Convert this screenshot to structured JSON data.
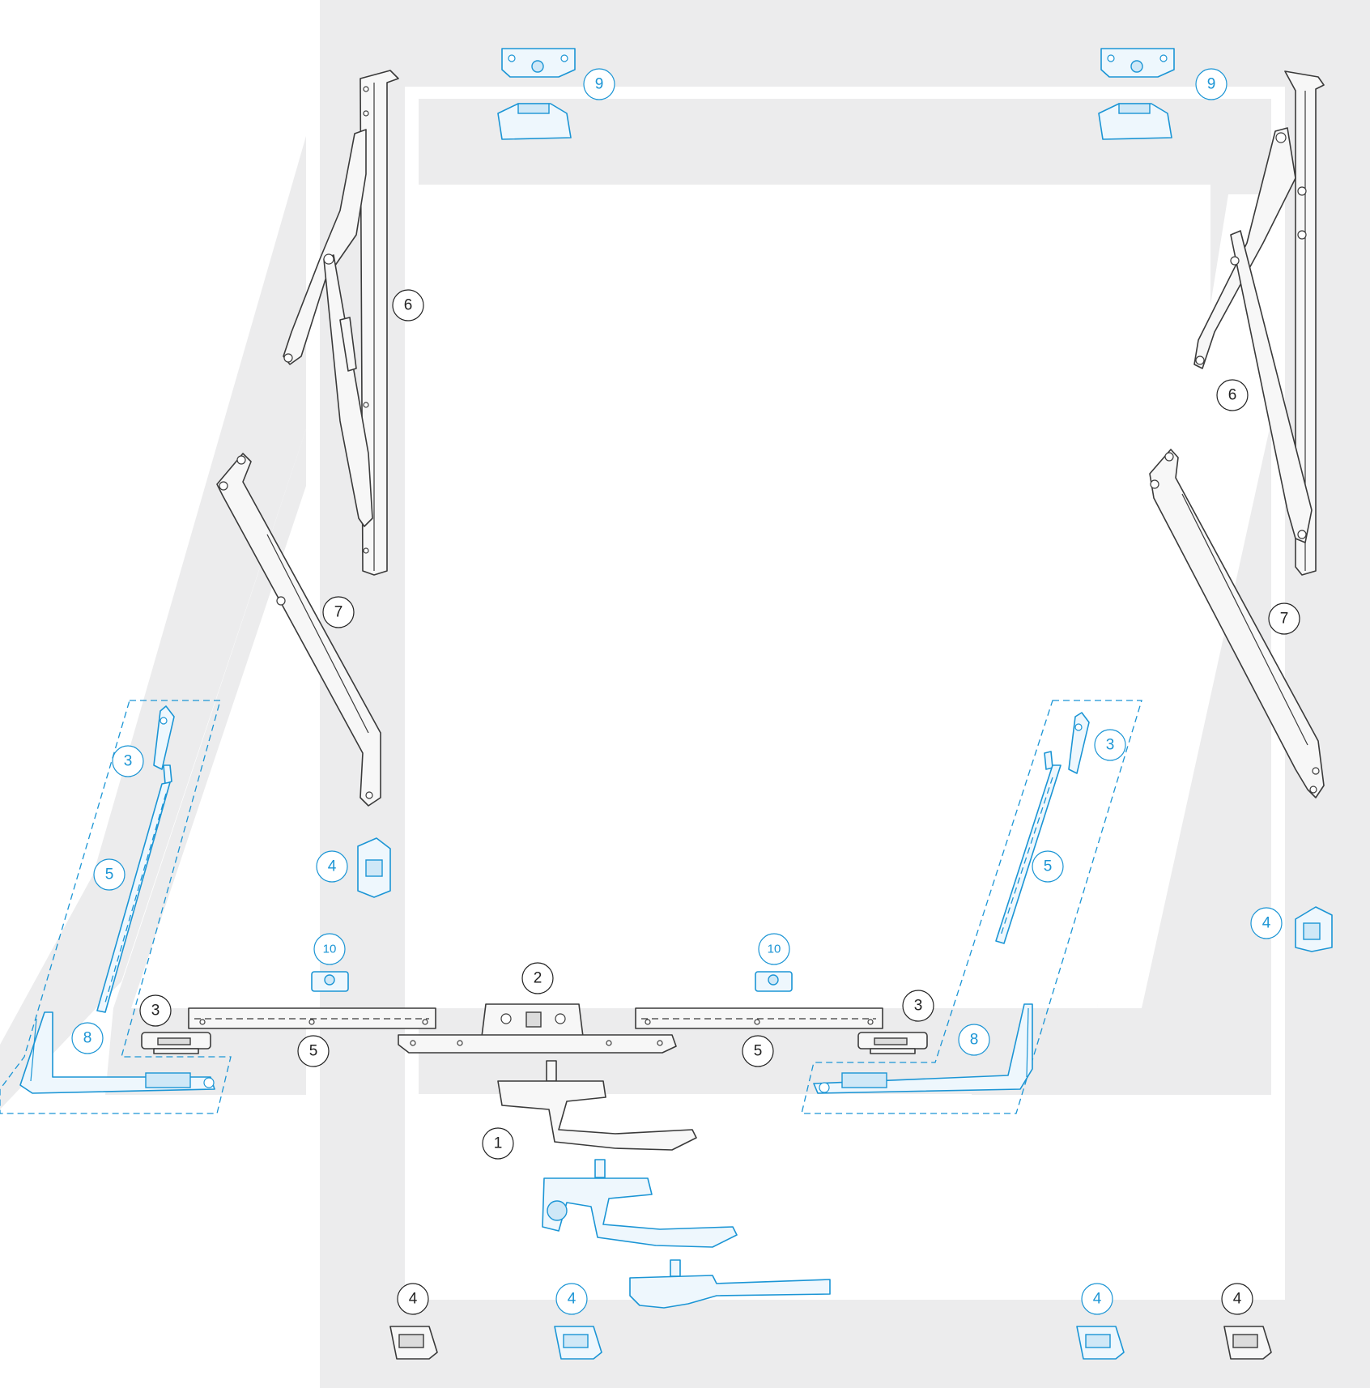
{
  "colors": {
    "core_line": "#3a3a3a",
    "optional_line": "#1b95d5",
    "frame_background": "#ececed",
    "page_background": "#ffffff"
  },
  "callouts": {
    "handle_standard": "1",
    "handle_locking": "",
    "gearbox": "2",
    "keep_left_lower": "3",
    "keep_right_lower": "3",
    "keep_left_side": "3",
    "keep_right_side": "3",
    "wedge_left_side": "4",
    "wedge_right_side": "4",
    "wedge_bottom_1": "4",
    "wedge_bottom_2": "4",
    "wedge_bottom_3": "4",
    "wedge_bottom_4": "4",
    "espag_left": "5",
    "espag_right": "5",
    "espag_left_side": "5",
    "espag_right_side": "5",
    "hinge_left": "6",
    "hinge_right": "6",
    "restrictor_left": "7",
    "restrictor_right": "7",
    "corner_left": "8",
    "corner_right": "8",
    "top_keep_left": "9",
    "top_keep_right": "9",
    "mushroom_left": "10",
    "mushroom_right": "10"
  },
  "legend_style": {
    "core_component_style": "black outline, black number",
    "optional_component_style": "blue outline, blue number"
  }
}
